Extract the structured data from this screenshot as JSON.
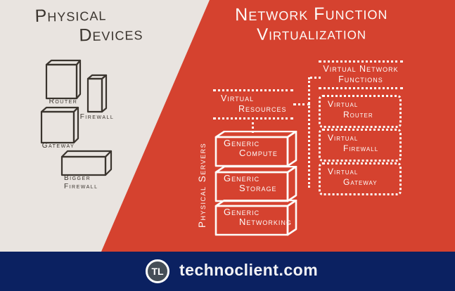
{
  "left_panel": {
    "title_line1": "Physical",
    "title_line2": "Devices",
    "devices": [
      {
        "label": "Router"
      },
      {
        "label": "Firewall"
      },
      {
        "label": "Gateway"
      },
      {
        "label_line1": "Bigger",
        "label_line2": "Firewall"
      }
    ]
  },
  "right_panel": {
    "title_line1": "Network Function",
    "title_line2": "Virtualization",
    "virtual_resources": {
      "line1": "Virtual",
      "line2": "Resources"
    },
    "physical_servers_label": "Physical Servers",
    "server_boxes": [
      {
        "line1": "Generic",
        "line2": "Compute"
      },
      {
        "line1": "Generic",
        "line2": "Storage"
      },
      {
        "line1": "Generic",
        "line2": "Networking"
      }
    ],
    "vnf_heading": {
      "line1": "Virtual Network",
      "line2": "Functions"
    },
    "vnf_boxes": [
      {
        "line1": "Virtual",
        "line2": "Router"
      },
      {
        "line1": "Virtual",
        "line2": "Firewall"
      },
      {
        "line1": "Virtual",
        "line2": "Gateway"
      }
    ]
  },
  "footer": {
    "logo_monogram": "TL",
    "website": "technoclient.com"
  },
  "colors": {
    "red": "#d5422f",
    "paper": "#e9e4e0",
    "ink": "#3a342e",
    "navy": "#0b2161",
    "white": "#fdfcfa"
  }
}
